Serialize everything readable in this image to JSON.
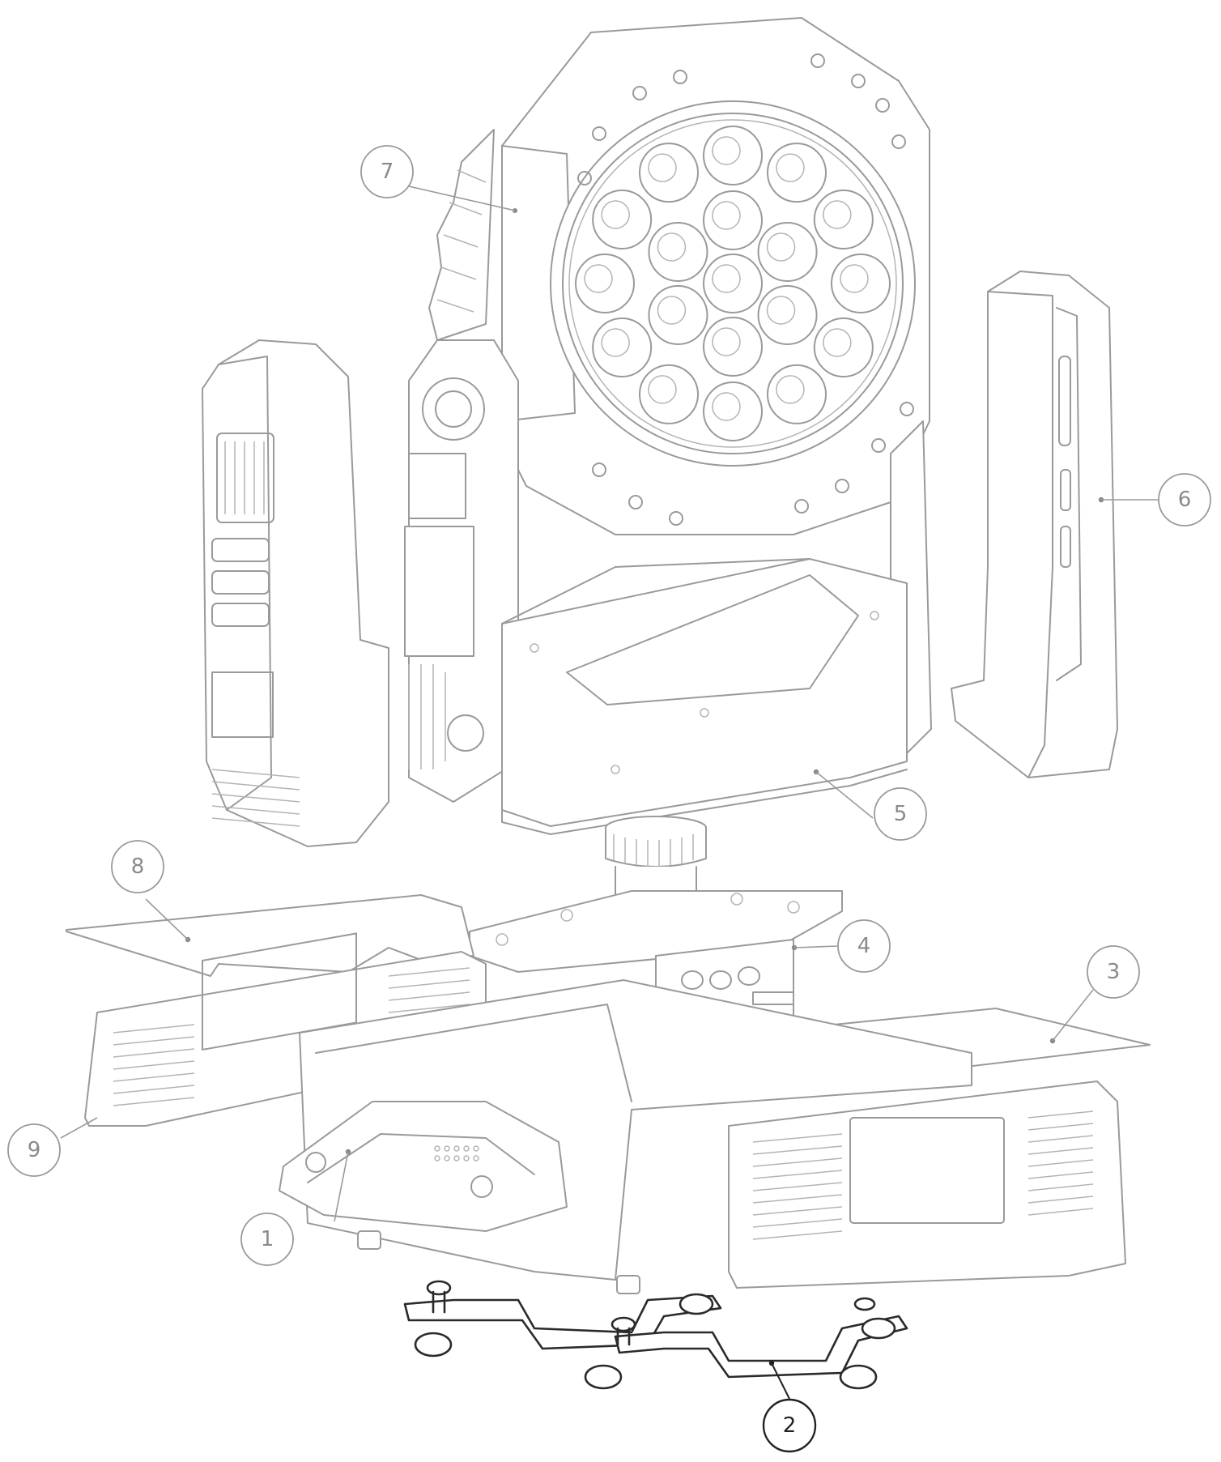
{
  "callouts": [
    {
      "id": "1",
      "label": "1"
    },
    {
      "id": "2",
      "label": "2"
    },
    {
      "id": "3",
      "label": "3"
    },
    {
      "id": "4",
      "label": "4"
    },
    {
      "id": "5",
      "label": "5"
    },
    {
      "id": "6",
      "label": "6"
    },
    {
      "id": "7",
      "label": "7"
    },
    {
      "id": "8",
      "label": "8"
    },
    {
      "id": "9",
      "label": "9"
    }
  ],
  "colors": {
    "line": "#9a9a9a",
    "bracket": "#2a2a2a",
    "background": "#ffffff"
  }
}
